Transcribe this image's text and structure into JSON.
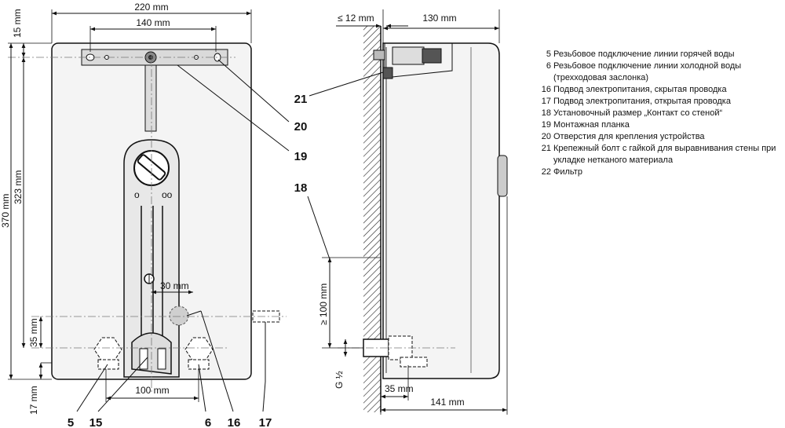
{
  "dimensions": {
    "d220": "220 mm",
    "d140": "140 mm",
    "d15": "15 mm",
    "d370": "370 mm",
    "d323": "323 mm",
    "d30": "30 mm",
    "d35v": "35 mm",
    "d17": "17 mm",
    "d100": "100 mm",
    "d12": "≤ 12 mm",
    "d130": "130 mm",
    "d100min": "≥ 100 mm",
    "dG": "G ½",
    "d35h": "35 mm",
    "d141": "141 mm"
  },
  "callouts": {
    "c5": "5",
    "c15": "15",
    "c6": "6",
    "c16": "16",
    "c17": "17",
    "c20": "20",
    "c19": "19",
    "c21": "21",
    "c18": "18"
  },
  "legend": [
    {
      "num": "5",
      "text": "Резьбовое подключение линии горячей воды"
    },
    {
      "num": "6",
      "text": "Резьбовое подключение линии холодной воды (трехходовая заслонка)"
    },
    {
      "num": "16",
      "text": "Подвод электропитания, скрытая проводка"
    },
    {
      "num": "17",
      "text": "Подвод электропитания, открытая проводка"
    },
    {
      "num": "18",
      "text": "Установочный размер „Контакт со стеной“"
    },
    {
      "num": "19",
      "text": "Монтажная планка"
    },
    {
      "num": "20",
      "text": "Отверстия для крепления устройства"
    },
    {
      "num": "21",
      "text": "Крепежный болт с гайкой для выравнивания стены при укладке нетканого материала"
    },
    {
      "num": "22",
      "text": "Фильтр"
    }
  ]
}
